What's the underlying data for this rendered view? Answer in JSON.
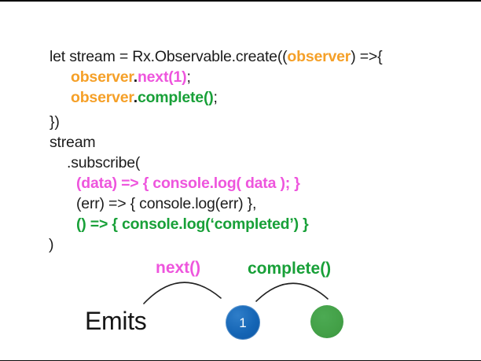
{
  "slide": {
    "type": "presentation-slide",
    "colors": {
      "background": "#ffffff",
      "code_default": "#1c1c1c",
      "keyword_orange": "#F5A028",
      "next_magenta": "#EE55DD",
      "complete_green": "#18A038",
      "marble_blue": "#1565b5",
      "marble_green": "#43A047"
    },
    "code": {
      "l1a": "let stream = Rx.Observable.create((",
      "l1b": "observer",
      "l1c": ") =>{",
      "l2a": "observer",
      "l2b": ".",
      "l2c": "next(1)",
      "l2d": ";",
      "l3a": "observer",
      "l3b": ".",
      "l3c": "complete()",
      "l3d": ";",
      "l4": "})",
      "l5": "stream",
      "l6": ".subscribe(",
      "l7": "(data) => { console.log( data ); }",
      "l8": "(err) => { console.log(err) },",
      "l9": "() => { console.log(‘completed’) }",
      "l10": ")"
    },
    "diagram": {
      "next_label": "next()",
      "complete_label": "complete()",
      "emits_label": "Emits",
      "marble1_value": "1"
    }
  }
}
